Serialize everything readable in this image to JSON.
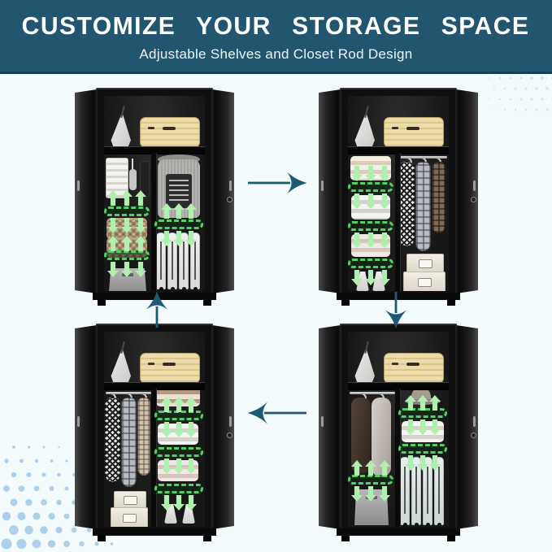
{
  "header": {
    "title": "CUSTOMIZE YOUR STORAGE SPACE",
    "subtitle": "Adjustable Shelves and Closet Rod Design"
  },
  "colors": {
    "header_bg": "#215570",
    "page_bg": "#F4FBFC",
    "flow_arrow": "#1D5A75",
    "halftone_dot": "#A9CDEE",
    "shelf_indicator_green": "#4ED161",
    "adjust_arrow_green": "#AEF0AE",
    "suitcase_beige": "#E7D8A5",
    "cabinet_black": "#101010"
  },
  "flow": {
    "sequence": [
      "top-left",
      "top-right",
      "bottom-right",
      "bottom-left"
    ],
    "arrows": [
      {
        "name": "arrow-right-icon",
        "direction": "right"
      },
      {
        "name": "arrow-down-icon",
        "direction": "down"
      },
      {
        "name": "arrow-left-icon",
        "direction": "left"
      },
      {
        "name": "arrow-up-icon",
        "direction": "up"
      }
    ]
  }
}
